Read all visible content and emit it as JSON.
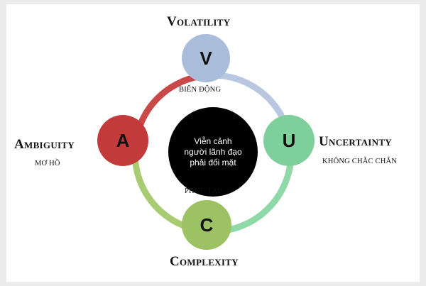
{
  "center_text": "Viễn cảnh\nngười lãnh đạo\nphải đối mặt",
  "nodes": {
    "v": {
      "letter": "V",
      "title": "Volatility",
      "subtitle": "BIẾN ĐỘNG",
      "color": "#a9bddb"
    },
    "u": {
      "letter": "U",
      "title": "Uncertainty",
      "subtitle": "KHÔNG CHẮC CHẮN",
      "color": "#7fcf9c"
    },
    "c": {
      "letter": "C",
      "title": "Complexity",
      "subtitle": "PHỨC TẠP",
      "color": "#9dc263"
    },
    "a": {
      "letter": "A",
      "title": "Ambiguity",
      "subtitle": "MƠ HỒ",
      "color": "#c23a3a"
    }
  },
  "arc_colors": {
    "v_to_u": "#b9c7e0",
    "u_to_c": "#8fd9a8",
    "c_to_a": "#a7cc72",
    "a_to_v": "#c94848"
  }
}
